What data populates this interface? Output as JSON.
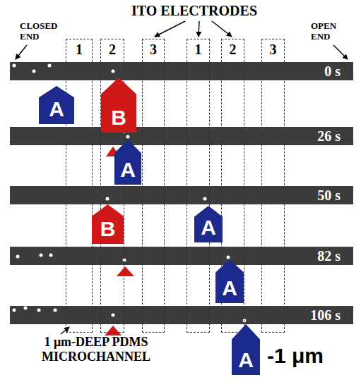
{
  "diagram": {
    "nodes": [
      {
        "text": [
          "1"
        ]
      },
      {
        "text": [
          "2"
        ]
      },
      {
        "text": [
          "3"
        ]
      },
      {
        "text": [
          "1"
        ]
      },
      {
        "text": [
          "2"
        ]
      },
      {
        "text": [
          "3"
        ]
      },
      {
        "text": [
          "0 s"
        ]
      },
      {
        "text": [
          "A"
        ]
      },
      {
        "text": [
          "B"
        ]
      },
      {
        "text": [
          "26 s"
        ]
      },
      {
        "text": [
          "A"
        ]
      },
      {
        "text": [
          "50 s"
        ]
      },
      {
        "text": [
          "B"
        ]
      },
      {
        "text": [
          "A"
        ]
      },
      {
        "text": [
          "82 s"
        ]
      },
      {
        "text": [
          "A"
        ]
      },
      {
        "text": [
          "106 s"
        ]
      },
      {
        "text": [
          "A"
        ]
      }
    ],
    "labels": [
      "ITO ELECTRODES",
      "CLOSED END",
      "OPEN END",
      "1 μm-DEEP PDMS MICROCHANNEL",
      "-1 μm"
    ]
  }
}
